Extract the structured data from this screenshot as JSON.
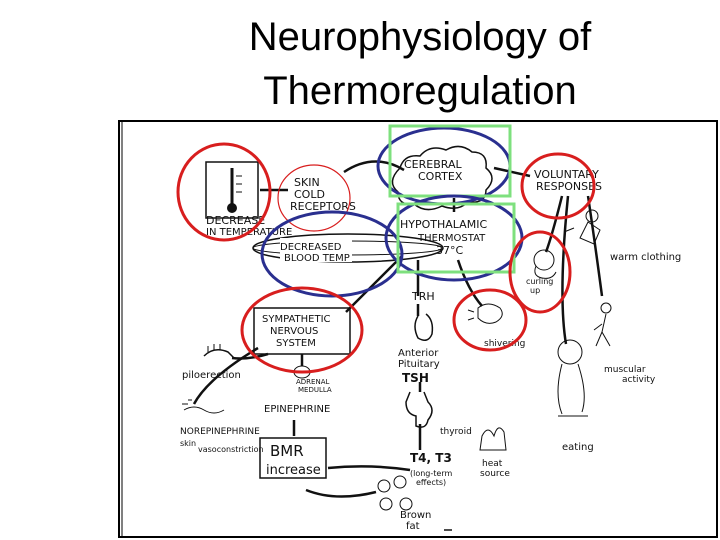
{
  "slide": {
    "title_line1": "Neurophysiology of",
    "title_line2": "Thermoregulation"
  },
  "diagram": {
    "colors": {
      "red_circle": "#d81e1e",
      "blue_circle": "#2a2f8f",
      "green_box": "#7ee07e",
      "ink": "#111111"
    },
    "labels": {
      "skin_cold_receptors": [
        "SKIN",
        "COLD",
        "RECEPTORS"
      ],
      "decrease_temperature": [
        "DECREASE",
        "IN TEMPERATURE"
      ],
      "decreased_blood_temp": [
        "DECREASED",
        "BLOOD TEMP"
      ],
      "cerebral_cortex": [
        "CEREBRAL",
        "CORTEX"
      ],
      "voluntary_responses": [
        "VOLUNTARY",
        "RESPONSES"
      ],
      "hypothalamic": [
        "HYPOTHALAMIC",
        "THERMOSTAT",
        "37°C"
      ],
      "warm_clothing": "warm clothing",
      "curling_up": [
        "curling",
        "up"
      ],
      "trh": "TRH",
      "shivering": "shivering",
      "sympathetic": [
        "SYMPATHETIC",
        "NERVOUS",
        "SYSTEM"
      ],
      "anterior_pituitary": [
        "Anterior",
        "Pituitary"
      ],
      "tsh": "TSH",
      "muscular_activity": [
        "muscular",
        "activity"
      ],
      "piloerection": "piloerection",
      "adrenal_medulla": [
        "ADRENAL",
        "MEDULLA"
      ],
      "epinephrine": "EPINEPHRINE",
      "thyroid": "thyroid",
      "norepinephrine": "NOREPINEPHRINE",
      "skin_vasoconstriction": [
        "skin",
        "vasoconstriction"
      ],
      "bmr": [
        "BMR",
        "increase"
      ],
      "t4_t3": "T4, T3",
      "long_term_effects": [
        "(long-term",
        "effects)"
      ],
      "heat_source": [
        "heat",
        "source"
      ],
      "eating": "eating",
      "brown_fat": [
        "Brown",
        "fat"
      ]
    }
  }
}
